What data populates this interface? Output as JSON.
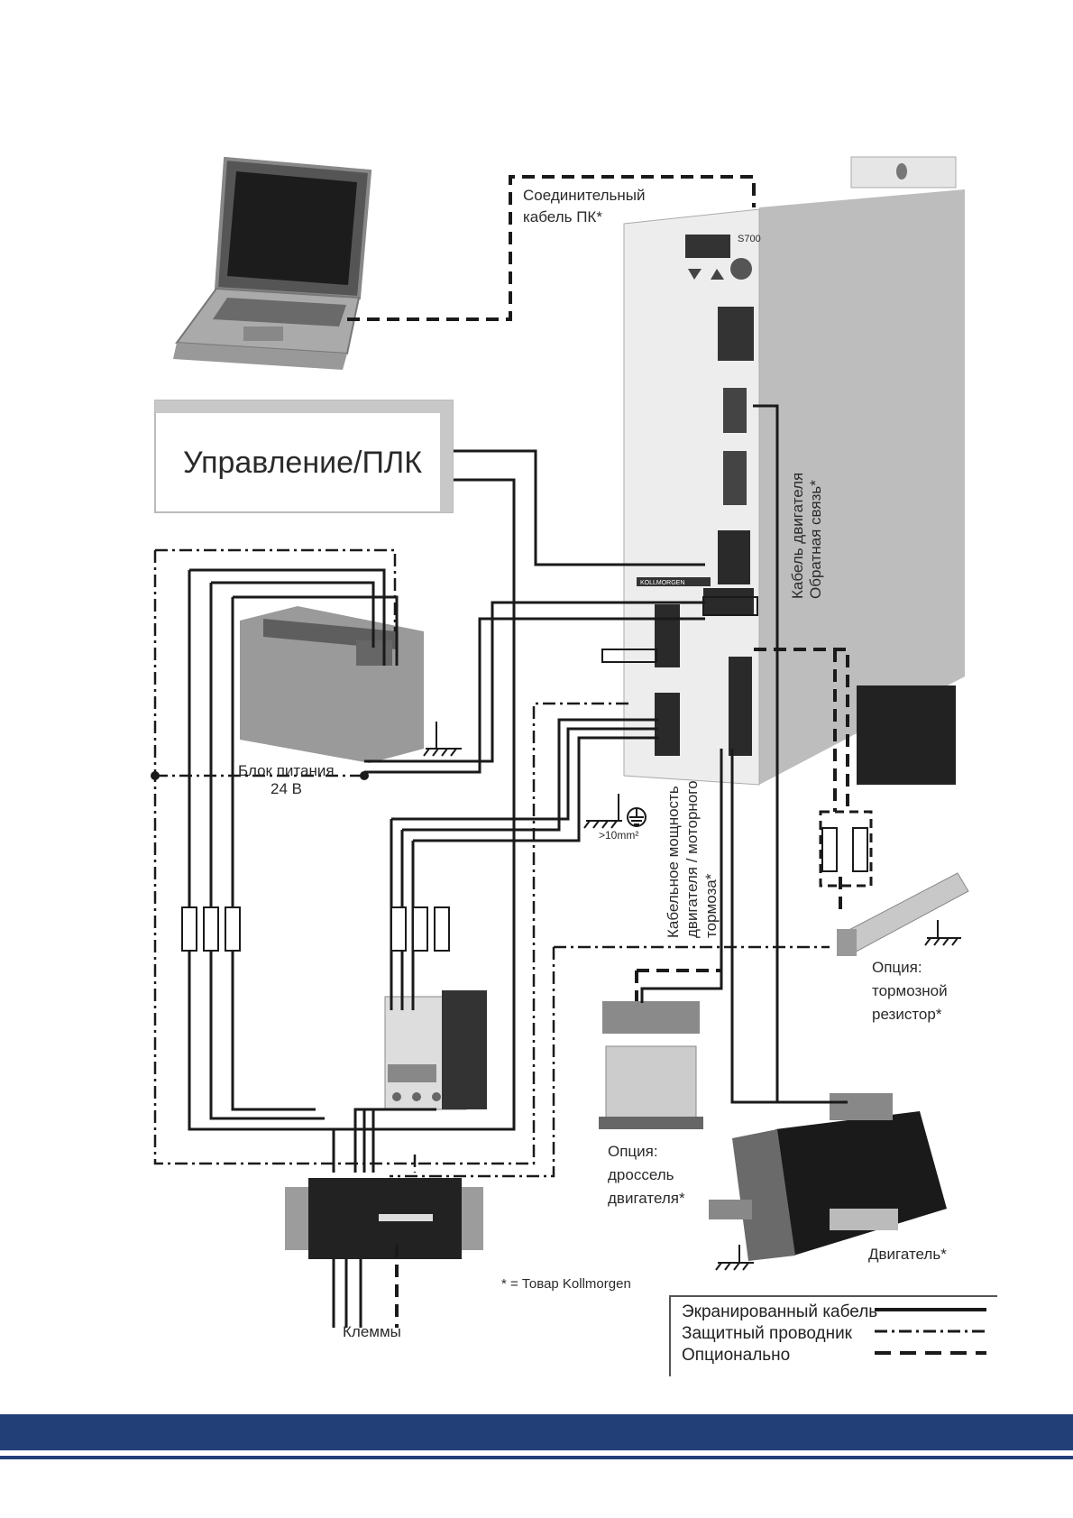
{
  "labels": {
    "pc_cable": [
      "Соединительный",
      "кабель ПК*"
    ],
    "plc": "Управление/ПЛК",
    "psu": [
      "Блок питания",
      "24 В"
    ],
    "feedback_cable": [
      "Кабель двигателя",
      "Обратная связь*"
    ],
    "power_cable": [
      "Кабельное мощность",
      "двигателя / моторного",
      "тормоза*"
    ],
    "ground": ">10mm²",
    "brake_resistor": [
      "Опция:",
      "тормозной",
      "резистор*"
    ],
    "choke": [
      "Опция:",
      "дроссель",
      "двигателя*"
    ],
    "motor": "Двигатель*",
    "kollmorgen_note": "* = Товар Kollmorgen",
    "terminals": "Клеммы",
    "drive_model": "S700",
    "brand": "KOLLMORGEN"
  },
  "legend": [
    {
      "label": "Экранированный кабель",
      "style": "solid"
    },
    {
      "label": "Защитный проводник",
      "style": "dash-dot"
    },
    {
      "label": "Опционально",
      "style": "dashed"
    }
  ],
  "colors": {
    "footer": "#233f78",
    "line": "#1a1a1a",
    "device": "#d9d9d9"
  }
}
